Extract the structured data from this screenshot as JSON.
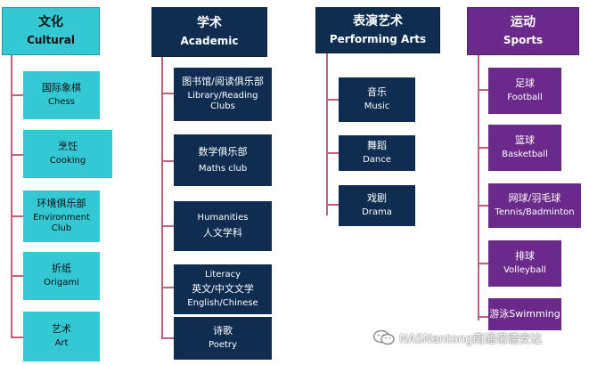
{
  "colors": {
    "cultural": "#33c8d4",
    "academic": "#0e2d50",
    "performing": "#0e2d50",
    "sports": "#6b2a8a",
    "connector": "#c0607a"
  },
  "columns": {
    "cultural": {
      "zh": "文化",
      "en": "Cultural",
      "items": [
        {
          "zh": "国际象棋",
          "en": "Chess"
        },
        {
          "zh": "烹饪",
          "en": "Cooking"
        },
        {
          "zh": "环境俱乐部",
          "en": "Environment Club"
        },
        {
          "zh": "折纸",
          "en": "Origami"
        },
        {
          "zh": "艺术",
          "en": "Art"
        }
      ]
    },
    "academic": {
      "zh": "学术",
      "en": "Academic",
      "items": [
        {
          "zh": "图书馆/阅读俱乐部",
          "en": "Library/Reading Clubs"
        },
        {
          "zh": "数学俱乐部",
          "en": "Maths club"
        },
        {
          "zh": "人文学科",
          "en": "Humanities"
        },
        {
          "zh": "英文/中文文学",
          "en": "English/Chinese",
          "en_top": "Literacy"
        },
        {
          "zh": "诗歌",
          "en": "Poetry"
        }
      ]
    },
    "performing": {
      "zh": "表演艺术",
      "en": "Performing Arts",
      "items": [
        {
          "zh": "音乐",
          "en": "Music"
        },
        {
          "zh": "舞蹈",
          "en": "Dance"
        },
        {
          "zh": "戏剧",
          "en": "Drama"
        }
      ]
    },
    "sports": {
      "zh": "运动",
      "en": "Sports",
      "items": [
        {
          "zh": "足球",
          "en": "Football"
        },
        {
          "zh": "篮球",
          "en": "Basketball"
        },
        {
          "zh": "网球/羽毛球",
          "en": "Tennis/Badminton"
        },
        {
          "zh": "排球",
          "en": "Volleyball"
        },
        {
          "zh": "游泳Swimming",
          "en": ""
        }
      ]
    }
  },
  "watermark": {
    "icon": "wechat-icon",
    "text": "NASNantong南通诺德安达"
  }
}
